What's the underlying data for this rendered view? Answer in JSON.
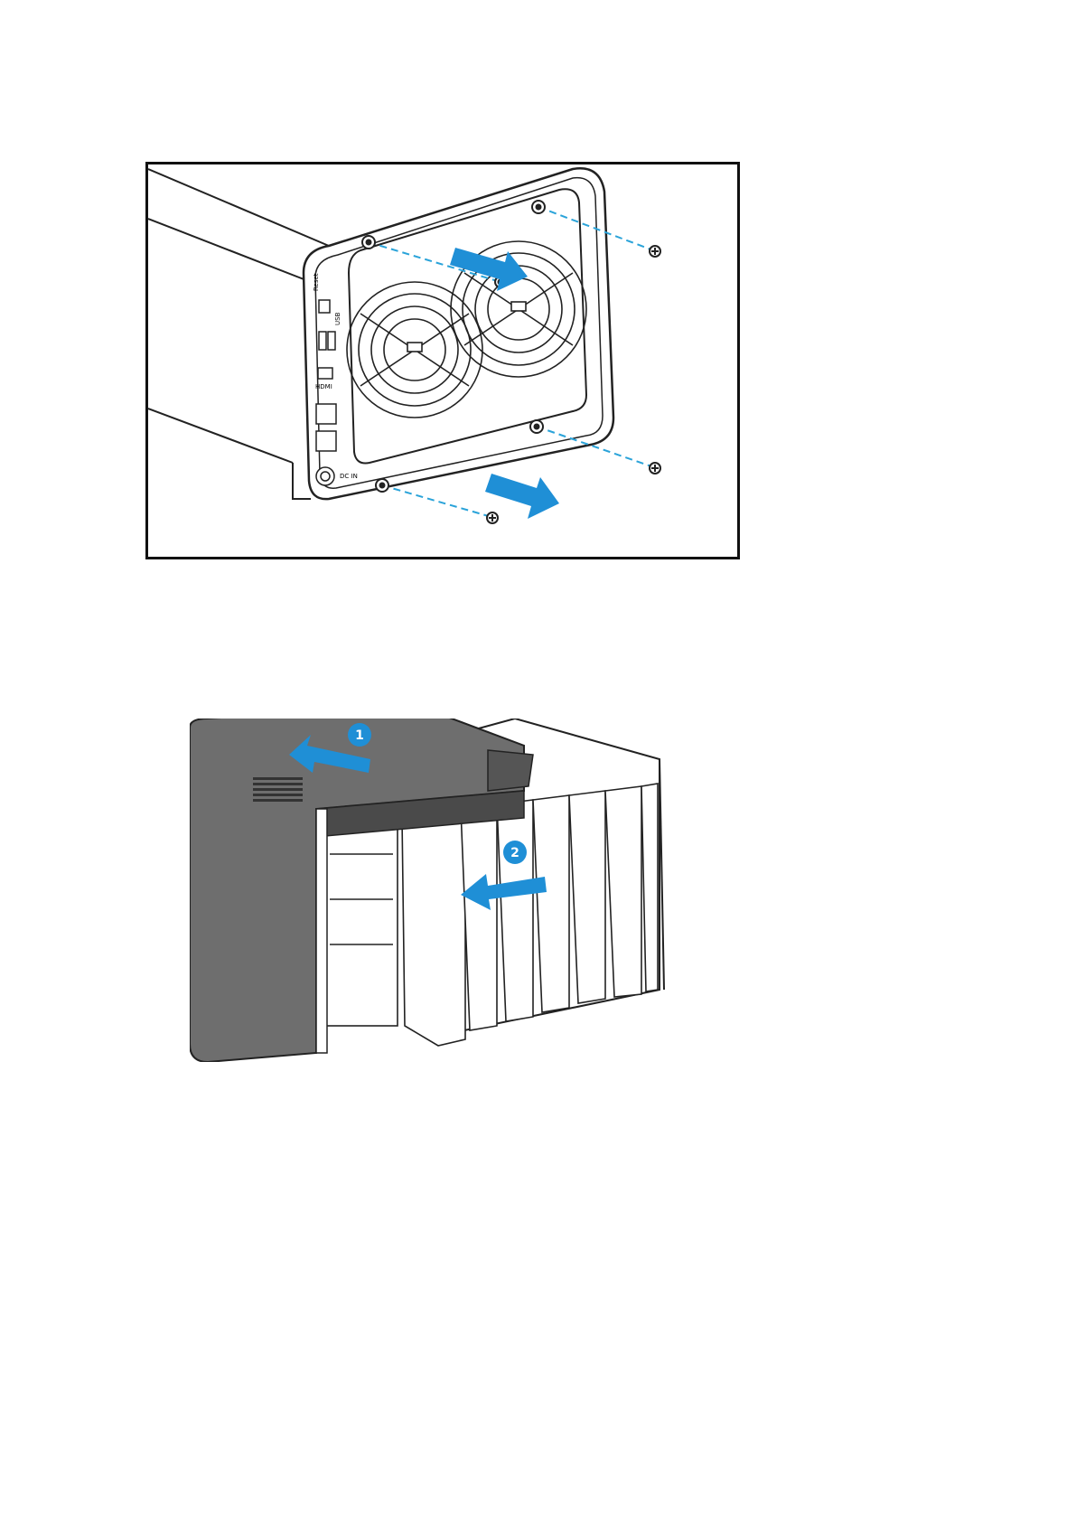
{
  "page": {
    "background": "#ffffff"
  },
  "figure_1": {
    "description_id": "rear-cover-screw-removal",
    "port_labels": {
      "reset": "Reset",
      "usb": "USB",
      "hdmi": "HDMI",
      "dc_in": "DC IN"
    },
    "colors": {
      "arrow": "#1f8fd6",
      "dashed_line": "#2aa3d9",
      "outline": "#222222"
    }
  },
  "figure_2": {
    "step_badges": [
      "1",
      "2"
    ],
    "colors": {
      "badge": "#1f8fd6",
      "arrow": "#1f8fd6",
      "cover": "#6e6e6e",
      "cover_dark": "#4a4a4a"
    }
  }
}
